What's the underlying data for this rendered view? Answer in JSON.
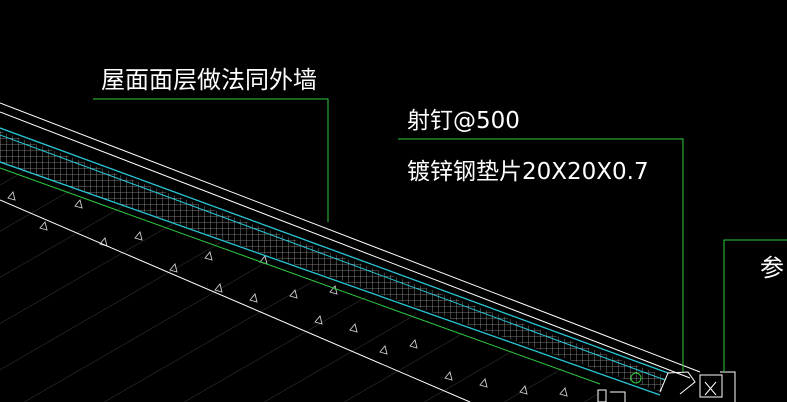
{
  "labels": {
    "roof_finish": "屋面面层做法同外墙",
    "nail": "射钉@500",
    "washer": "镀锌钢垫片20X20X0.7",
    "refer": "参"
  },
  "colors": {
    "background": "#000000",
    "text": "#ffffff",
    "leader": "#2ecc40",
    "insulation_edge": "#29c7d6",
    "outline": "#ffffff",
    "hatch": "#bdbdbd"
  }
}
